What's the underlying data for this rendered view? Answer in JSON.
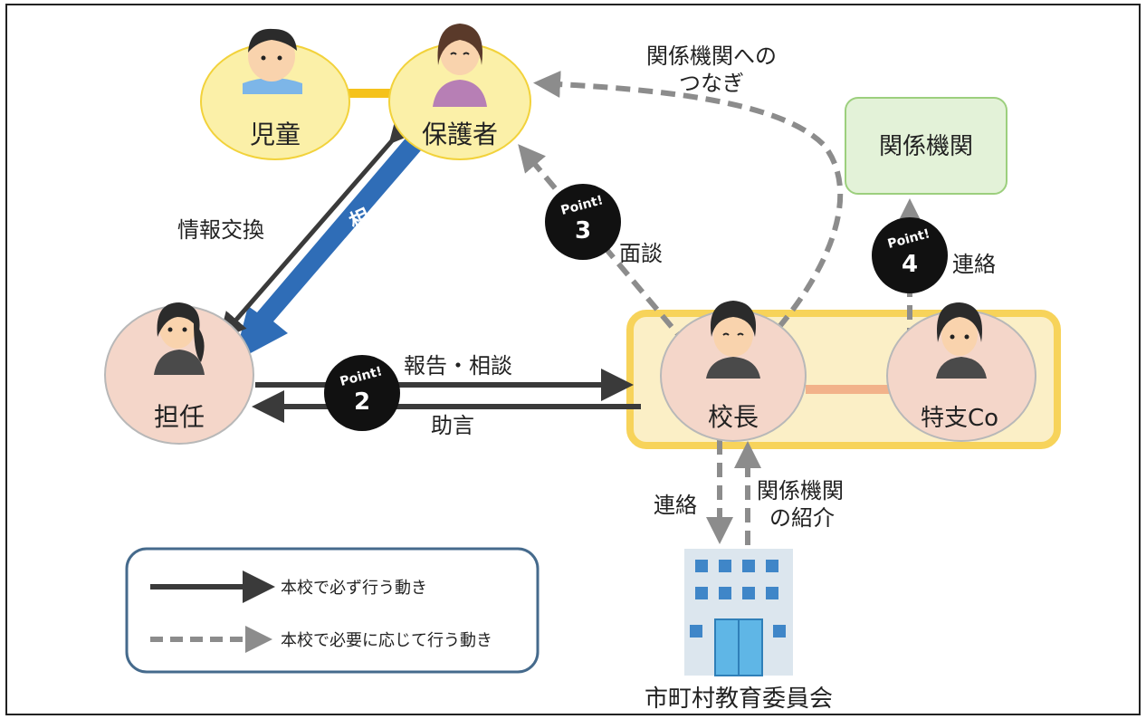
{
  "nodes": {
    "child": "児童",
    "guardian": "保護者",
    "homeroom": "担任",
    "principal": "校長",
    "coordinator": "特支Co",
    "agency": "関係機関",
    "board": "市町村教育委員会"
  },
  "edges": {
    "info_exchange": "情報交換",
    "consult": "相談",
    "report_consult": "報告・相談",
    "advice": "助言",
    "interview": "面談",
    "agency_link": [
      "関係機関への",
      "つなぎ"
    ],
    "contact_agency": "連絡",
    "contact_board": "連絡",
    "introduce_agency": [
      "関係機関",
      "の紹介"
    ]
  },
  "points": [
    {
      "label": "Point!",
      "number": "2"
    },
    {
      "label": "Point!",
      "number": "3"
    },
    {
      "label": "Point!",
      "number": "4"
    }
  ],
  "legend": {
    "solid": "本校で必ず行う動き",
    "dashed": "本校で必要に応じて行う動き"
  },
  "colors": {
    "yellow_node": "#fbf0a8",
    "yellow_node_stroke": "#f2d23b",
    "pink_node": "#f4d6c9",
    "pink_node_stroke": "#b8b8b8",
    "agency_fill": "#e3f2d8",
    "agency_stroke": "#9ccf7d",
    "highlight_fill": "#fbefc6",
    "highlight_stroke": "#f7d35a",
    "solid_arrow": "#3a3a3a",
    "dashed_arrow": "#8c8c8c",
    "consult_arrow": "#2f6db7",
    "legend_border": "#456a8c"
  }
}
